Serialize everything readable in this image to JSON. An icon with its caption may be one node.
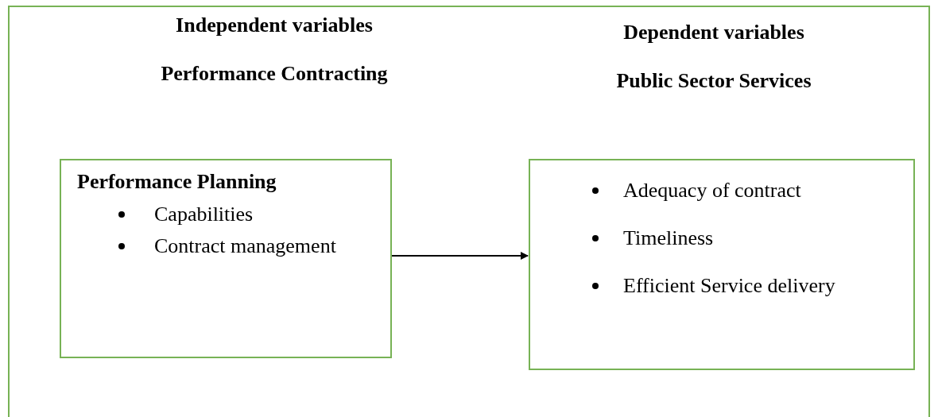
{
  "diagram": {
    "nodes": [
      {
        "text": [
          "Performance Planning",
          "Capabilities",
          "Contract management"
        ]
      },
      {
        "text": [
          "Adequacy of contract",
          "Timeliness",
          "Efficient Service delivery"
        ]
      }
    ],
    "edges": [
      {
        "from": 0,
        "to": 1,
        "arrow": "to"
      }
    ],
    "labels": [
      "Independent variables",
      "Performance Contracting",
      "Dependent variables",
      "Public Sector Services"
    ]
  }
}
